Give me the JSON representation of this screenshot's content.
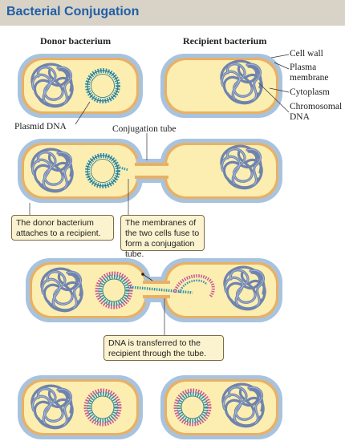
{
  "title": "Bacterial Conjugation",
  "headers": {
    "donor": "Donor bacterium",
    "recipient": "Recipient bacterium"
  },
  "labels": {
    "cell_wall": "Cell wall",
    "plasma_membrane": "Plasma membrane",
    "plasma_membrane_line1": "Plasma",
    "plasma_membrane_line2": "membrane",
    "cytoplasm": "Cytoplasm",
    "chromosomal_dna_line1": "Chromosomal",
    "chromosomal_dna_line2": "DNA",
    "plasmid_dna": "Plasmid DNA",
    "conjugation_tube": "Conjugation tube"
  },
  "callouts": {
    "attach": "The donor bacterium attaches to a recipient.",
    "fuse": "The membranes of the two cells fuse to form a conjugation tube.",
    "transfer": "DNA is transferred to the recipient through the tube."
  },
  "colors": {
    "title": "#1f5fa8",
    "cell_wall": "#a8c3de",
    "membrane": "#e9b064",
    "cytoplasm": "#fbeeb0",
    "chromosome": "#7c8fb8",
    "plasmid_teal": "#2e8fb0",
    "plasmid_pink": "#c8589a"
  }
}
